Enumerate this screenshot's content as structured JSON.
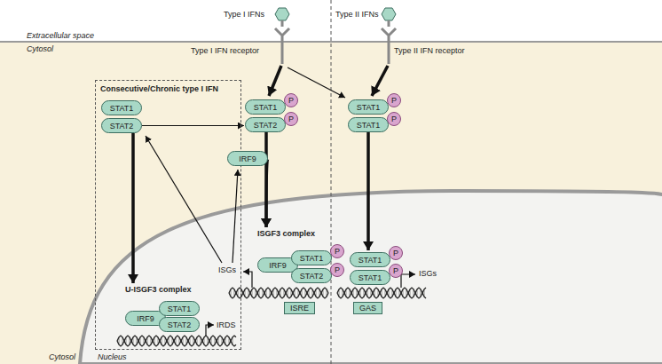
{
  "diagram": {
    "nodes": [
      {
        "text": [
          "Consecutive/Chronic type I IFN"
        ]
      },
      {
        "text": [
          "STAT1"
        ],
        "in": 0
      },
      {
        "text": [
          "STAT2"
        ],
        "in": 0
      },
      {
        "text": [
          "STAT1"
        ]
      },
      {
        "text": [
          "STAT2"
        ]
      },
      {
        "text": [
          "P"
        ]
      },
      {
        "text": [
          "P"
        ]
      },
      {
        "text": [
          "IRF9"
        ]
      },
      {
        "text": [
          "STAT1"
        ]
      },
      {
        "text": [
          "STAT1"
        ]
      },
      {
        "text": [
          "P"
        ]
      },
      {
        "text": [
          "P"
        ]
      },
      {
        "text": [
          "ISGF3 complex"
        ]
      },
      {
        "text": [
          "IRF9"
        ],
        "in": 12
      },
      {
        "text": [
          "STAT1"
        ],
        "in": 12
      },
      {
        "text": [
          "STAT2"
        ],
        "in": 12
      },
      {
        "text": [
          "P"
        ],
        "in": 12
      },
      {
        "text": [
          "P"
        ],
        "in": 12
      },
      {
        "text": [
          "ISRE"
        ]
      },
      {
        "text": [
          "STAT1"
        ]
      },
      {
        "text": [
          "STAT1"
        ]
      },
      {
        "text": [
          "P"
        ]
      },
      {
        "text": [
          "P"
        ]
      },
      {
        "text": [
          "GAS"
        ]
      },
      {
        "text": [
          "U-ISGF3 complex"
        ],
        "in": 0
      },
      {
        "text": [
          "IRF9"
        ],
        "in": 24
      },
      {
        "text": [
          "STAT1"
        ],
        "in": 24
      },
      {
        "text": [
          "STAT2"
        ],
        "in": 24
      }
    ],
    "edges": [
      {
        "from": 2,
        "to": 4,
        "arrow": "to"
      },
      {
        "from": 2,
        "to": 24,
        "arrow": "to"
      },
      {
        "from": 4,
        "to": 12,
        "arrow": "to"
      },
      {
        "from": 7,
        "to": 12,
        "arrow": "to"
      },
      {
        "from": 9,
        "to": 19,
        "arrow": "to"
      }
    ],
    "labels": [
      "Type I IFNs",
      "Type II IFNs",
      "Extracellular space",
      "Cytosol",
      "Type I IFN receptor",
      "Type II IFN receptor",
      "ISGs",
      "ISGs",
      "IRDS",
      "Cytosol",
      "Nucleus"
    ]
  }
}
